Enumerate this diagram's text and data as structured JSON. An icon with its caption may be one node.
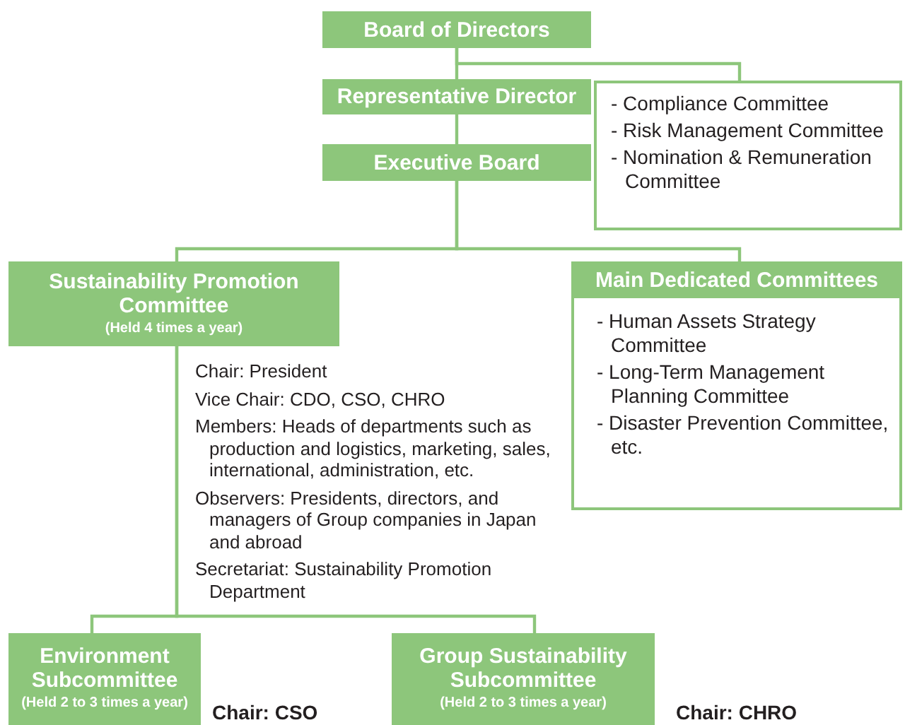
{
  "diagram": {
    "nodes": [
      {
        "text": [
          "Board of Directors"
        ]
      },
      {
        "text": [
          "Representative Director"
        ]
      },
      {
        "text": [
          "- Compliance Committee",
          "- Risk Management Committee",
          "- Nomination & Remuneration Committee"
        ]
      },
      {
        "text": [
          "Executive Board"
        ]
      },
      {
        "text": [
          "Sustainability Promotion Committee",
          "(Held 4 times a year)"
        ],
        "beside": [
          "Chair: President",
          "Vice Chair: CDO, CSO, CHRO",
          "Members: Heads of departments such as production and logistics, marketing, sales, international, administration, etc.",
          "Observers: Presidents, directors, and managers of Group companies in Japan and abroad",
          "Secretariat: Sustainability Promotion Department"
        ]
      },
      {
        "text": [
          "Main Dedicated Committees",
          "- Human Assets Strategy Committee",
          "- Long-Term Management Planning Committee",
          "- Disaster Prevention Committee, etc."
        ]
      },
      {
        "text": [
          "Environment Subcommittee",
          "(Held 2 to 3 times a year)"
        ],
        "beside": [
          "Chair: CSO"
        ]
      },
      {
        "text": [
          "Group Sustainability Subcommittee",
          "(Held 2 to 3 times a year)"
        ],
        "beside": [
          "Chair: CHRO"
        ]
      }
    ],
    "edges": [
      {
        "from": 0,
        "to": 1,
        "arrow": "none"
      },
      {
        "from": 0,
        "to": 2,
        "arrow": "none"
      },
      {
        "from": 1,
        "to": 3,
        "arrow": "none"
      },
      {
        "from": 3,
        "to": 4,
        "arrow": "none"
      },
      {
        "from": 3,
        "to": 5,
        "arrow": "none"
      },
      {
        "from": 4,
        "to": 6,
        "arrow": "none"
      },
      {
        "from": 4,
        "to": 7,
        "arrow": "none"
      }
    ]
  }
}
